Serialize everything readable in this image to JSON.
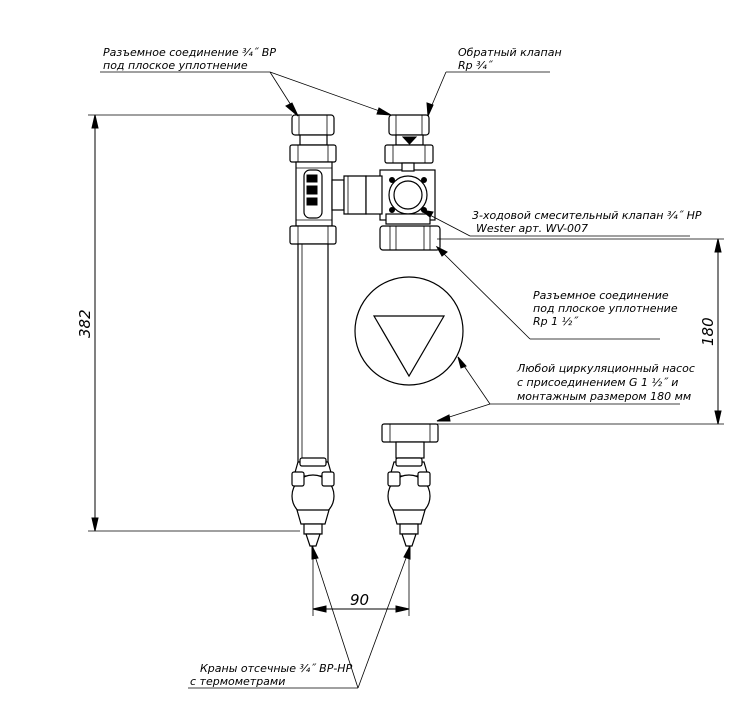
{
  "labels": {
    "top_left": [
      "Разъемное соединение ¾˝ ВР",
      "под плоское уплотнение"
    ],
    "top_right": [
      "Обратный клапан",
      "Rp ¾˝"
    ],
    "valve": [
      "3-ходовой смесительный клапан ¾˝ НР",
      "Wester арт. WV-007"
    ],
    "union_pump": [
      "Разъемное соединение",
      "под плоское уплотнение",
      "Rp 1 ½˝"
    ],
    "pump": [
      "Любой циркуляционный насос",
      "с присоединением G 1 ½˝ и",
      "монтажным размером 180 мм"
    ],
    "ball_valves": [
      "Краны отсечные ¾˝ ВР-НР",
      "с термометрами"
    ]
  },
  "dimensions": {
    "height_total": "382",
    "height_pump": "180",
    "width_pipes": "90"
  },
  "colors": {
    "line": "#000000",
    "background": "#ffffff"
  }
}
